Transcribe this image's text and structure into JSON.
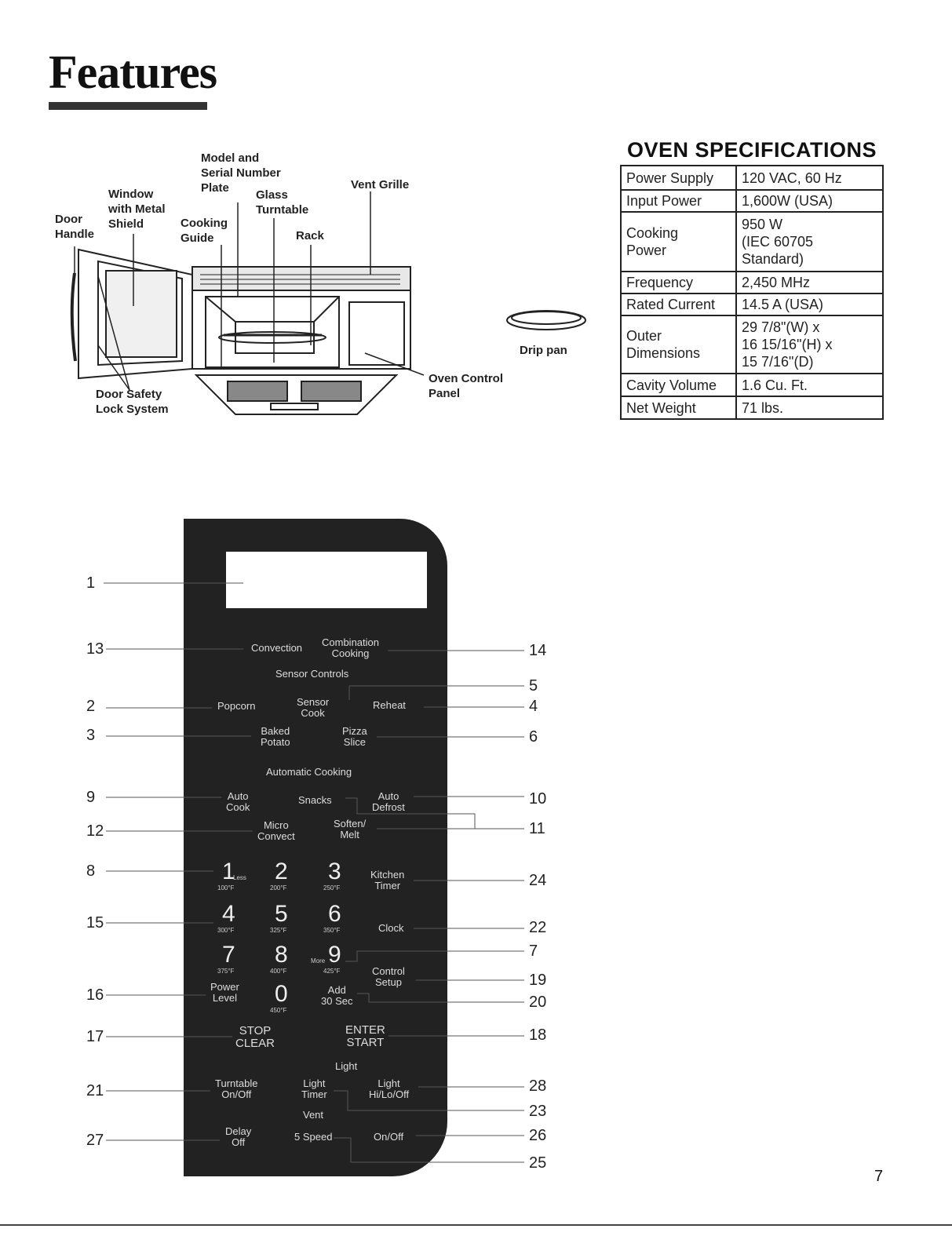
{
  "page": {
    "title": "Features",
    "page_number": "7"
  },
  "diagram_labels": {
    "model_plate": "Model and\nSerial Number\nPlate",
    "window": "Window\nwith Metal\nShield",
    "door_handle": "Door\nHandle",
    "cooking_guide": "Cooking\nGuide",
    "glass_turntable": "Glass\nTurntable",
    "vent_grille": "Vent Grille",
    "rack": "Rack",
    "drip_pan": "Drip pan",
    "oven_control_panel": "Oven Control\nPanel",
    "door_safety": "Door Safety\nLock System"
  },
  "specs": {
    "title": "OVEN SPECIFICATIONS",
    "rows": [
      {
        "key": "Power Supply",
        "value": "120 VAC, 60 Hz"
      },
      {
        "key": "Input Power",
        "value": "1,600W (USA)"
      },
      {
        "key": "Cooking\nPower",
        "value": "950 W\n(IEC 60705\nStandard)"
      },
      {
        "key": "Frequency",
        "value": "2,450 MHz"
      },
      {
        "key": "Rated Current",
        "value": "14.5 A (USA)"
      },
      {
        "key": "Outer\nDimensions",
        "value": "29 7/8\"(W) x\n16 15/16\"(H) x\n15 7/16\"(D)"
      },
      {
        "key": "Cavity Volume",
        "value": "1.6 Cu. Ft."
      },
      {
        "key": "Net Weight",
        "value": "71 lbs."
      }
    ]
  },
  "panel": {
    "convection": "Convection",
    "combination": "Combination\nCooking",
    "sensor_controls": "Sensor Controls",
    "popcorn": "Popcorn",
    "sensor_cook": "Sensor\nCook",
    "reheat": "Reheat",
    "baked_potato": "Baked\nPotato",
    "pizza_slice": "Pizza\nSlice",
    "automatic_cooking": "Automatic Cooking",
    "auto_cook": "Auto\nCook",
    "snacks": "Snacks",
    "auto_defrost": "Auto\nDefrost",
    "micro_convect": "Micro\nConvect",
    "soften_melt": "Soften/\nMelt",
    "kitchen_timer": "Kitchen\nTimer",
    "clock": "Clock",
    "control_setup": "Control\nSetup",
    "power_level": "Power\nLevel",
    "add_30": "Add\n30 Sec",
    "stop_clear": "STOP\nCLEAR",
    "enter_start": "ENTER\nSTART",
    "light_header": "Light",
    "turntable": "Turntable\nOn/Off",
    "light_timer": "Light\nTimer",
    "light_hilo": "Light\nHi/Lo/Off",
    "vent_header": "Vent",
    "delay_off": "Delay\nOff",
    "five_speed": "5 Speed",
    "vent_onoff": "On/Off",
    "keys": [
      {
        "n": "1",
        "s": "100°F",
        "x": "Less"
      },
      {
        "n": "2",
        "s": "200°F"
      },
      {
        "n": "3",
        "s": "250°F"
      },
      {
        "n": "4",
        "s": "300°F"
      },
      {
        "n": "5",
        "s": "325°F"
      },
      {
        "n": "6",
        "s": "350°F"
      },
      {
        "n": "7",
        "s": "375°F"
      },
      {
        "n": "8",
        "s": "400°F"
      },
      {
        "n": "9",
        "s": "425°F",
        "x": "More"
      },
      {
        "n": "0",
        "s": "450°F"
      }
    ]
  },
  "callouts": {
    "left": [
      "1",
      "13",
      "2",
      "3",
      "9",
      "12",
      "8",
      "15",
      "16",
      "17",
      "21",
      "27"
    ],
    "right": [
      "14",
      "5",
      "4",
      "6",
      "10",
      "11",
      "24",
      "22",
      "7",
      "19",
      "20",
      "18",
      "28",
      "23",
      "26",
      "25"
    ]
  }
}
